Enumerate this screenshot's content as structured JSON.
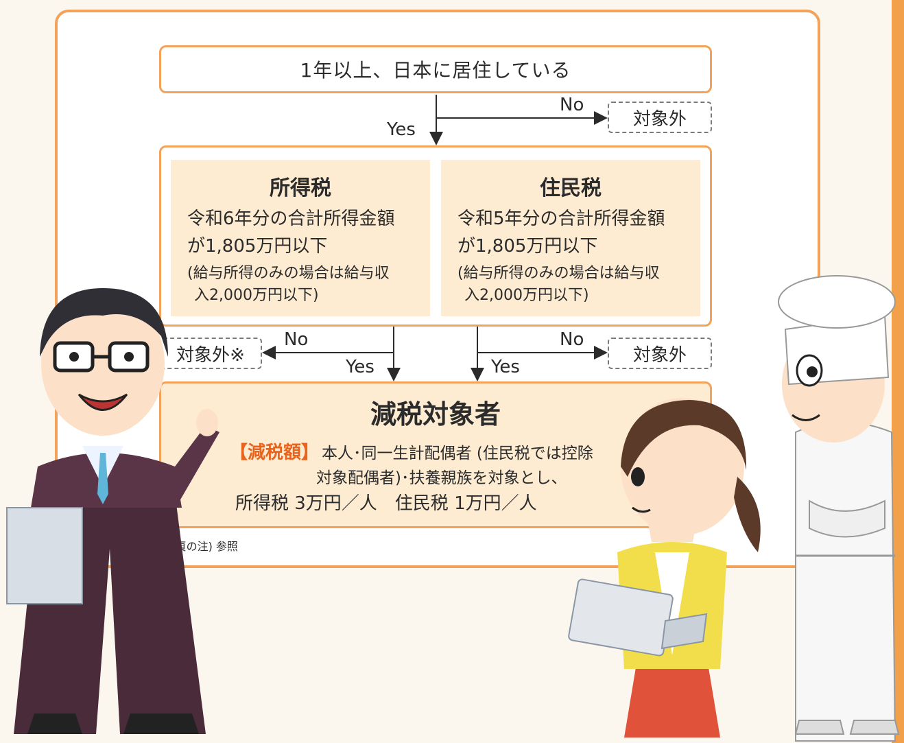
{
  "q1": "1年以上、日本に居住している",
  "branch1": {
    "yes": "Yes",
    "no": "No"
  },
  "excluded": "対象外",
  "excluded_note": "対象外※",
  "income_tax": {
    "title": "所得税",
    "line1": "令和6年分の合計所得金額",
    "line2": "が1,805万円以下",
    "note1": "(給与所得のみの場合は給与収",
    "note2": "入2,000万円以下)"
  },
  "resident_tax": {
    "title": "住民税",
    "line1": "令和5年分の合計所得金額",
    "line2": "が1,805万円以下",
    "note1": "(給与所得のみの場合は給与収",
    "note2": "入2,000万円以下)"
  },
  "branch2": {
    "no_left": "No",
    "yes_left": "Yes",
    "no_right": "No",
    "yes_right": "Yes"
  },
  "result": {
    "title": "減税対象者",
    "tag": "【減税額】",
    "line1": "本人･同一生計配偶者 (住民税では控除",
    "line2": "対象配偶者)･扶養親族を対象とし、",
    "line3": "所得税 3万円／人　住民税 1万円／人"
  },
  "footnote": "※2頁の注) 参照",
  "colors": {
    "accent": "#f2a259",
    "highlight": "#e8641e",
    "panel": "#fdebd2"
  }
}
